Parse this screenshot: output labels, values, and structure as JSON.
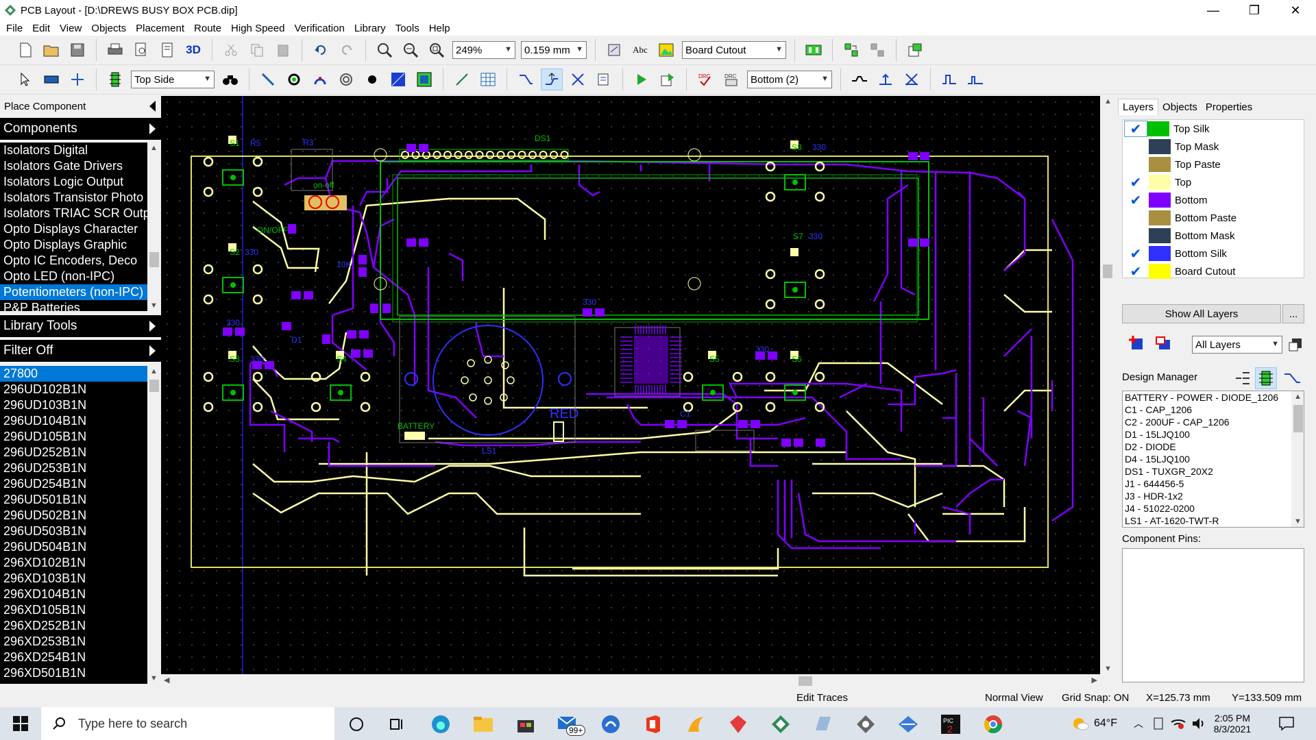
{
  "window": {
    "title": "PCB Layout - [D:\\DREWS BUSY BOX PCB.dip]",
    "min": "—",
    "max": "❐",
    "close": "✕"
  },
  "menu": [
    "File",
    "Edit",
    "View",
    "Objects",
    "Placement",
    "Route",
    "High Speed",
    "Verification",
    "Library",
    "Tools",
    "Help"
  ],
  "toolbar1": {
    "zoom_value": "249%",
    "grid_value": "0.159 mm",
    "layer_combo": "Board Cutout",
    "three_d": "3D"
  },
  "toolbar2": {
    "side_combo": "Top Side",
    "route_layer_combo": "Bottom (2)"
  },
  "left": {
    "place_component": "Place Component",
    "components": "Components",
    "categories": [
      "Isolators Digital",
      "Isolators Gate Drivers",
      "Isolators Logic Output",
      "Isolators Transistor Photo",
      "Isolators TRIAC SCR Outp",
      "Opto Displays Character",
      "Opto Displays Graphic",
      "Opto IC Encoders, Deco",
      "Opto LED (non-IPC)",
      "Potentiometers (non-IPC)",
      "P&P Batteries"
    ],
    "selected_category": 9,
    "library_tools": "Library Tools",
    "filter": "Filter Off",
    "parts": [
      "27800",
      "296UD102B1N",
      "296UD103B1N",
      "296UD104B1N",
      "296UD105B1N",
      "296UD252B1N",
      "296UD253B1N",
      "296UD254B1N",
      "296UD501B1N",
      "296UD502B1N",
      "296UD503B1N",
      "296UD504B1N",
      "296XD102B1N",
      "296XD103B1N",
      "296XD104B1N",
      "296XD105B1N",
      "296XD252B1N",
      "296XD253B1N",
      "296XD254B1N",
      "296XD501B1N"
    ],
    "selected_part": 0
  },
  "right": {
    "tabs": [
      "Layers",
      "Objects",
      "Properties"
    ],
    "active_tab": 0,
    "layers": [
      {
        "name": "Top Silk",
        "checked": true,
        "color": "#00c000"
      },
      {
        "name": "Top Mask",
        "checked": false,
        "color": "#2e4057"
      },
      {
        "name": "Top Paste",
        "checked": false,
        "color": "#a89040"
      },
      {
        "name": "Top",
        "checked": true,
        "color": "#ffffa8"
      },
      {
        "name": "Bottom",
        "checked": true,
        "color": "#8000ff"
      },
      {
        "name": "Bottom Paste",
        "checked": false,
        "color": "#a89040"
      },
      {
        "name": "Bottom Mask",
        "checked": false,
        "color": "#2e4057"
      },
      {
        "name": "Bottom Silk",
        "checked": true,
        "color": "#3030ff"
      },
      {
        "name": "Board Cutout",
        "checked": true,
        "color": "#ffff00"
      }
    ],
    "show_all": "Show All Layers",
    "more": "...",
    "layer_filter": "All Layers",
    "design_manager": "Design Manager",
    "dm_items": [
      "BATTERY - POWER - DIODE_1206",
      "C1 - CAP_1206",
      "C2 - 200UF - CAP_1206",
      "D1 - 15LJQ100",
      "D2 - DIODE",
      "D4 - 15LJQ100",
      "DS1 - TUXGR_20X2",
      "J1 - 644456-5",
      "J3 - HDR-1x2",
      "J4 - 51022-0200",
      "LS1 - AT-1620-TWT-R"
    ],
    "component_pins": "Component Pins:"
  },
  "status": {
    "mode": "Edit Traces",
    "view": "Normal View",
    "snap": "Grid Snap: ON",
    "x": "X=125.73 mm",
    "y": "Y=133.509 mm"
  },
  "taskbar": {
    "search_placeholder": "Type here to search",
    "badge": "99+",
    "weather": "64°F",
    "time": "2:05 PM",
    "date": "8/3/2021"
  },
  "pcb": {
    "silk_labels": [
      "S1",
      "R5",
      "DS1",
      "R3",
      "S8",
      "330",
      "on-off",
      "ON/OFF",
      "S2",
      "330",
      "S7",
      "330",
      "S3",
      "330",
      "S4",
      "S5",
      "S6",
      "330",
      "BATTERY",
      "LS1",
      "RED",
      "D1",
      "C1",
      "10K",
      "330",
      "330"
    ],
    "colors": {
      "board": "#e0e060",
      "top": "#ffffa8",
      "bottom": "#8000ff",
      "silk": "#00c000",
      "bsilk": "#3030ff"
    }
  }
}
